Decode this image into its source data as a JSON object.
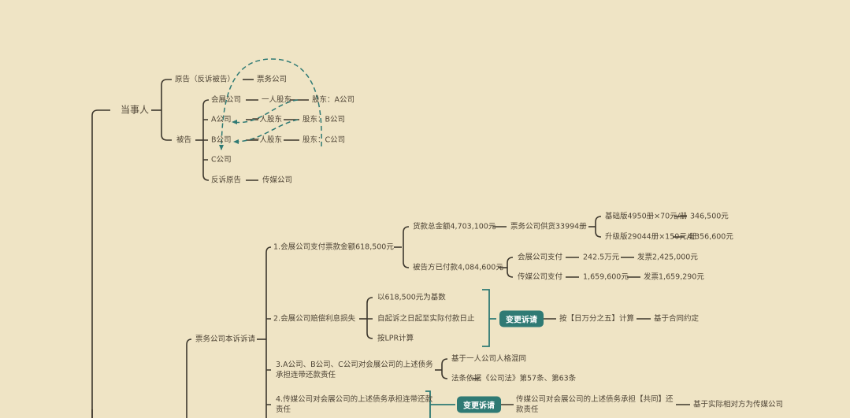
{
  "root": {
    "label": "当事人"
  },
  "plaintiff": {
    "label": "原告（反诉被告）",
    "party": "票务公司"
  },
  "defendant": {
    "label": "被告",
    "items": [
      {
        "name": "会展公司",
        "shareholder": "一人股东",
        "holder": "股东：A公司"
      },
      {
        "name": "A公司",
        "shareholder": "一人股东",
        "holder": "股东：B公司"
      },
      {
        "name": "B公司",
        "shareholder": "一人股东",
        "holder": "股东：C公司"
      },
      {
        "name": "C公司"
      },
      {
        "name": "反诉原告",
        "party": "传媒公司"
      }
    ]
  },
  "claims": {
    "label": "票务公司本诉诉请",
    "c1": {
      "label": "1.会展公司支付票款金额618,500元",
      "total": "货款总金额4,703,100元",
      "supply": "票务公司供货33994册",
      "basic": "基础版4950册×70元/册",
      "basic_sum": "346,500元",
      "upgrade": "升级版29044册×150元/册",
      "upgrade_sum": "4,356,600元",
      "paid": "被告方已付款4,084,600元",
      "pay1": "会展公司支付",
      "pay1_amt": "242.5万元",
      "pay1_inv": "发票2,425,000元",
      "pay2": "传媒公司支付",
      "pay2_amt": "1,659,600元",
      "pay2_inv": "发票1,659,290元"
    },
    "c2": {
      "label": "2.会展公司赔偿利息损失",
      "items": [
        "以618,500元为基数",
        "自起诉之日起至实际付款日止",
        "按LPR计算"
      ],
      "change": "变更诉请",
      "new": "按【日万分之五】计算",
      "basis": "基于合同约定"
    },
    "c3": {
      "label": "3.A公司、B公司、C公司对会展公司的上述债务承担连带还款责任",
      "reason": "基于一人公司人格混同",
      "law": "法条依据",
      "law_text": "《公司法》第57条、第63条"
    },
    "c4": {
      "label": "4.传媒公司对会展公司的上述债务承担连带还款责任",
      "change": "变更诉请",
      "new": "传媒公司对会展公司的上述债务承担【共同】还款责任",
      "basis": "基于实际相对方为传媒公司"
    }
  },
  "colors": {
    "background": "#efe4c5",
    "line": "#3d372d",
    "accent": "#2f7a74"
  }
}
